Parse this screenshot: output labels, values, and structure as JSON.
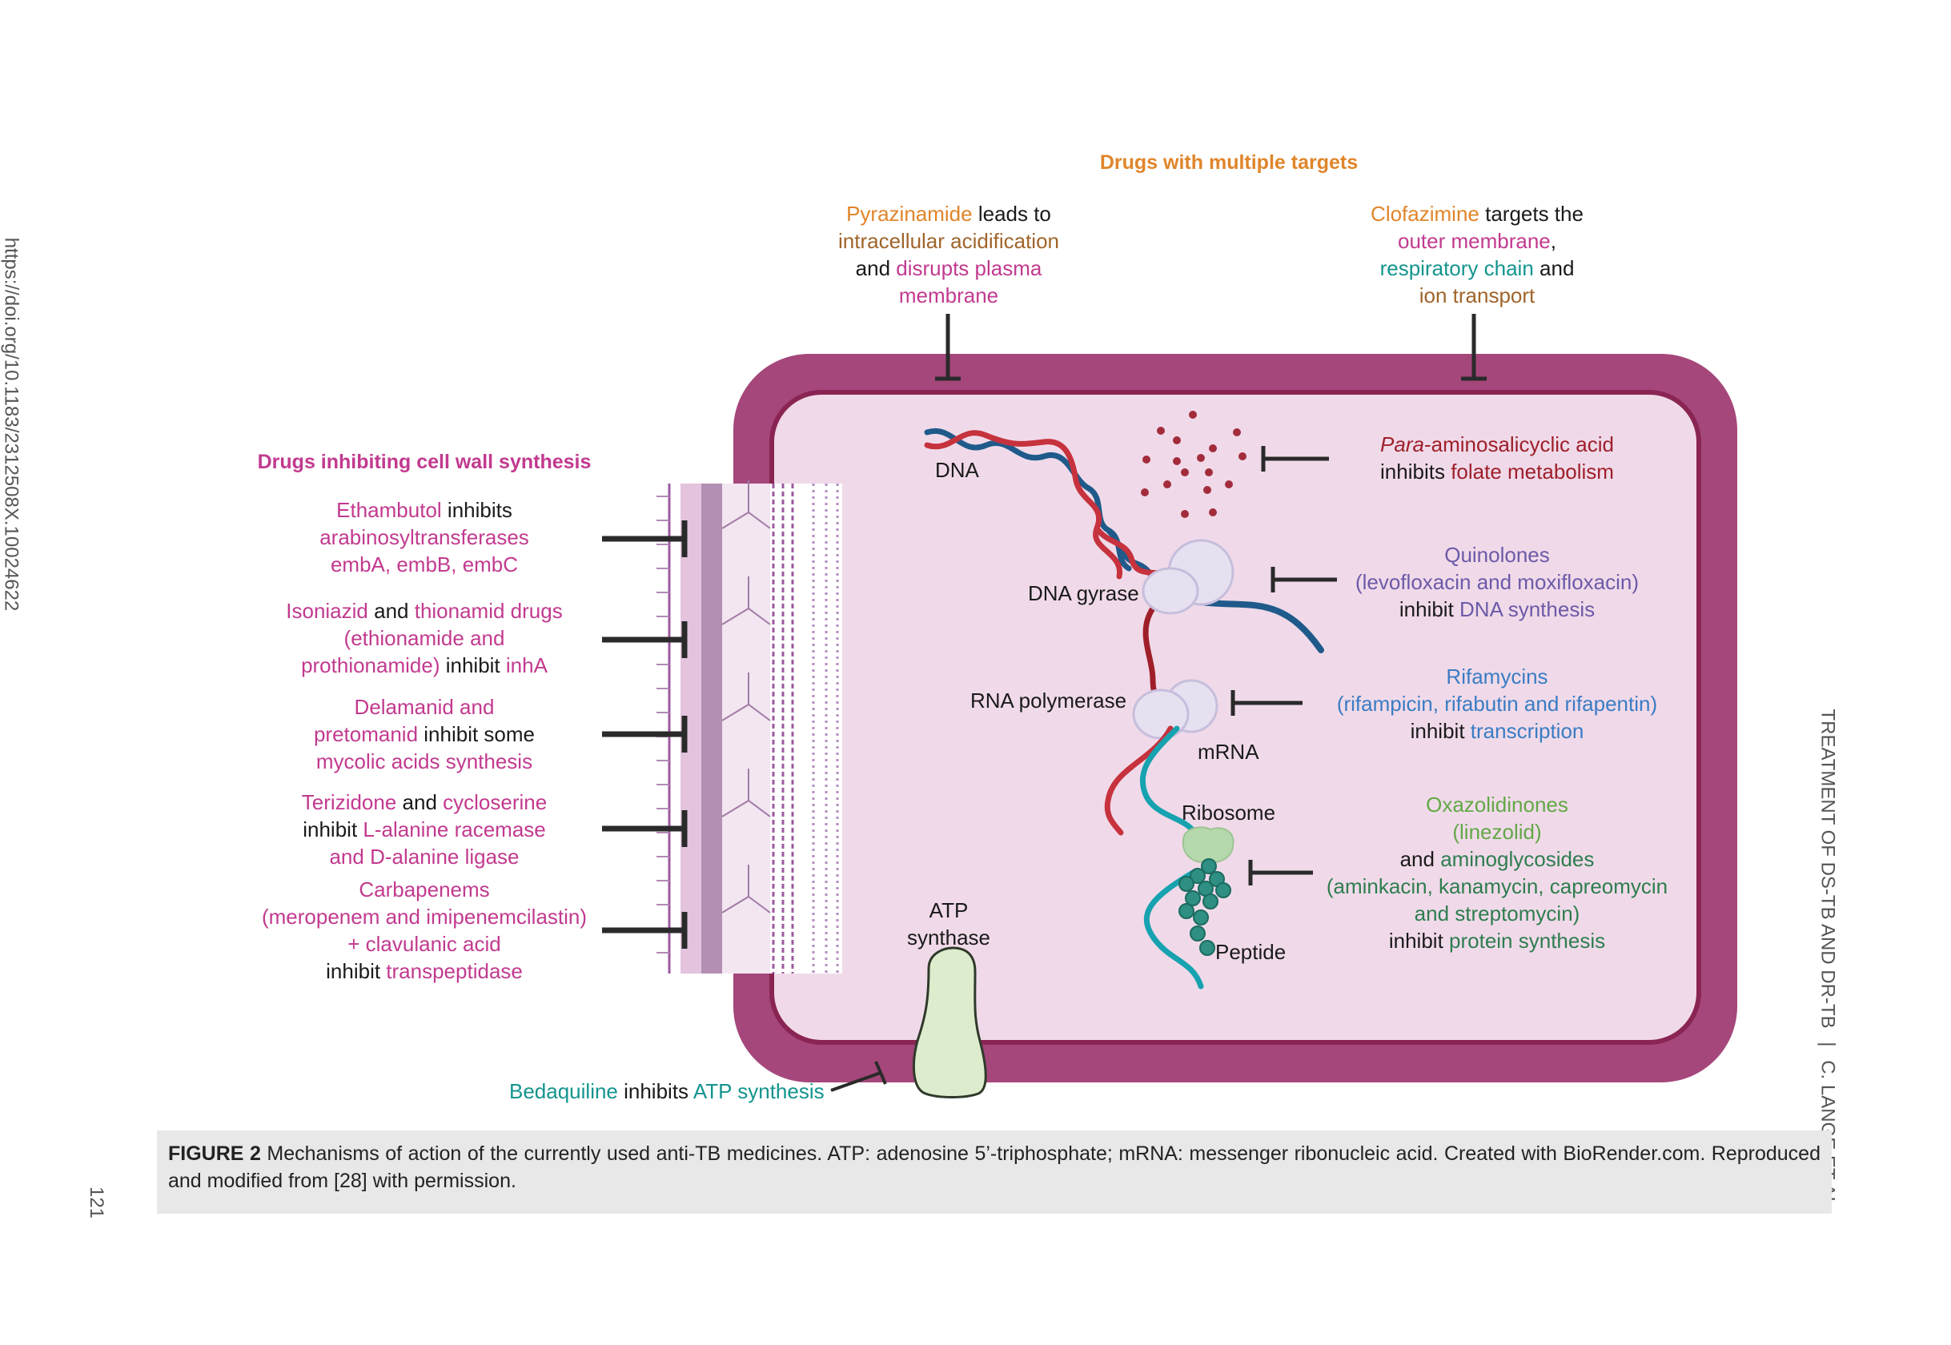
{
  "margin": {
    "doi": "https://doi.org/10.1183/2312508X.10024622",
    "page_number": "121",
    "running_title": "TREATMENT OF DS-TB AND DR-TB",
    "running_sep": "|",
    "running_authors": "C. LANGE ET AL."
  },
  "headings": {
    "multiple_targets": "Drugs with multiple targets",
    "cell_wall": "Drugs inhibiting cell wall synthesis"
  },
  "top": {
    "pza": {
      "drug": "Pyrazinamide",
      "t1": " leads to",
      "t2": "intracellular acidification",
      "t3": "and ",
      "t4": "disrupts plasma",
      "t5": "membrane"
    },
    "cfz": {
      "drug": "Clofazimine",
      "t1": " targets the",
      "t2": "outer membrane",
      "t3": ",",
      "t4": "respiratory chain",
      "t5": " and",
      "t6": "ion transport"
    }
  },
  "left": {
    "emb": {
      "drug": "Ethambutol",
      "t1": " inhibits",
      "t2": "arabinosyltransferases",
      "t3": "embA, embB, embC"
    },
    "inh": {
      "d1": "Isoniazid",
      "t1": " and ",
      "d2": "thionamid drugs",
      "t2": "(ethionamide and",
      "t3": "prothionamide)",
      "t4": " inhibit ",
      "t5": "inhA"
    },
    "dlm": {
      "d1": "Delamanid and",
      "d2": "pretomanid",
      "t1": " inhibit some",
      "t2": "mycolic acids synthesis"
    },
    "trd": {
      "d1": "Terizidone",
      "t1": " and ",
      "d2": "cycloserine",
      "t2": "inhibit ",
      "t3": "L-alanine racemase",
      "t4": "and D-alanine ligase"
    },
    "cbp": {
      "d1": "Carbapenems",
      "t1": "(meropenem and imipenemcilastin)",
      "t2": "+ clavulanic acid",
      "t3": "inhibit ",
      "t4": "transpeptidase"
    }
  },
  "right": {
    "pas": {
      "d1": "Para",
      "d2": "-aminosalicyclic acid",
      "t1": "inhibits ",
      "t2": "folate metabolism"
    },
    "fq": {
      "d1": "Quinolones",
      "t1": "(levofloxacin and moxifloxacin)",
      "t2": "inhibit ",
      "t3": "DNA synthesis"
    },
    "rif": {
      "d1": "Rifamycins",
      "t1": "(rifampicin, rifabutin and rifapentin)",
      "t2": "inhibit ",
      "t3": "transcription"
    },
    "oxa": {
      "d1": "Oxazolidinones",
      "t1": "(linezolid)",
      "t2": "and ",
      "t3": "aminoglycosides",
      "t4": "(aminkacin, kanamycin, capreomycin",
      "t5": "and streptomycin)",
      "t6": "inhibit ",
      "t7": "protein synthesis"
    }
  },
  "cell_labels": {
    "dna": "DNA",
    "gyrase": "DNA gyrase",
    "rnap": "RNA polymerase",
    "mrna": "mRNA",
    "ribosome": "Ribosome",
    "peptide": "Peptide",
    "atp1": "ATP",
    "atp2": "synthase"
  },
  "bedaquiline": {
    "drug": "Bedaquiline",
    "t1": " inhibits ",
    "t2": "ATP synthesis"
  },
  "caption": {
    "label": "FIGURE 2",
    "text": " Mechanisms of action of the currently used anti-TB medicines. ATP: adenosine 5’-triphosphate; mRNA: messenger ribonucleic acid. Created with BioRender.com. Reproduced and modified from [28] with permission."
  },
  "colors": {
    "cell_outer": "#a5477b",
    "cell_inner": "#f0dae9",
    "membrane_line": "#8a2553",
    "inhibitor_bar": "#2a2a2a"
  }
}
